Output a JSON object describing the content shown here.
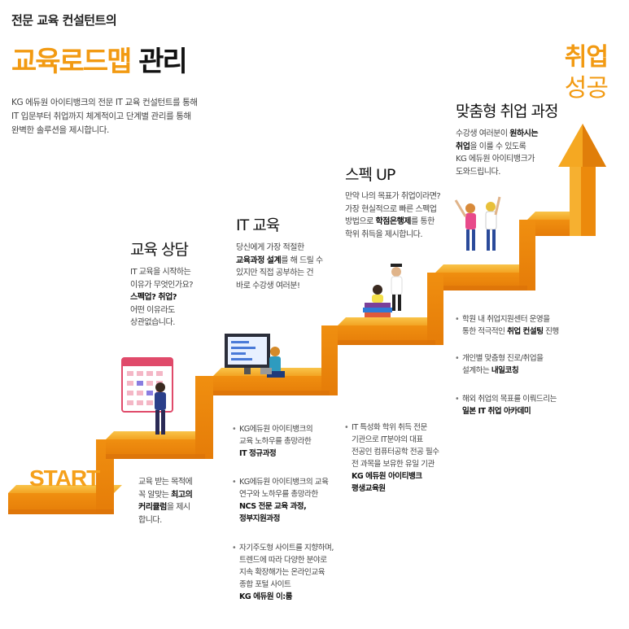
{
  "header": {
    "subtitle": "전문 교육 컨설턴트의",
    "title_highlight": "교육로드맵",
    "title_rest": "관리",
    "intro_lines": [
      "KG 에듀원 아이티뱅크의 전문 IT 교육 컨설턴트를 통해",
      "IT 입문부터 취업까지 체계적이고 단계별 관리를 통해",
      "완벽한 솔루션을 제시합니다."
    ]
  },
  "start": {
    "label": "START",
    "desc_lines": [
      "교육 받는 목적에",
      "꼭 알맞는 ",
      "최고의",
      "커리큘럼",
      "을 제시",
      "합니다."
    ]
  },
  "steps": [
    {
      "title": "교육 상담",
      "desc": [
        "IT 교육을 시작하는",
        "이유가 무엇인가요?",
        "스펙업? 취업?",
        "어떤 이유라도",
        "상관없습니다."
      ]
    },
    {
      "title": "IT 교육",
      "desc": [
        "당신에게 가장 적절한",
        "교육과정 설계",
        "를 해 드릴 수",
        "있지만 직접 공부하는 건",
        "바로 수강생 여러분!"
      ]
    },
    {
      "title": "스펙 UP",
      "desc": [
        "만약 나의 목표가 취업이라면?",
        "가장 현실적으로 빠른 스펙업",
        "방법으로 ",
        "학점은행제",
        "를 통한",
        "학위 취득을 제시합니다."
      ]
    },
    {
      "title": "맞춤형 취업 과정",
      "desc": [
        "수강생 여러분이 ",
        "원하시는",
        "취업",
        "을 이룰 수 있도록",
        "KG 에듀원 아이티뱅크가",
        "도와드립니다."
      ]
    }
  ],
  "goal": {
    "line1": "취업",
    "line2": "성공"
  },
  "bullets_it": [
    {
      "lines": [
        "KG에듀원 아이티뱅크의",
        "교육 노하우를 총망라한"
      ],
      "strong": "IT 정규과정"
    },
    {
      "lines": [
        "KG에듀원 아이티뱅크의 교육",
        "연구와 노하우를 총망라한"
      ],
      "strong": "NCS 전문 교육 과정,",
      "strong2": "정부지원과정"
    },
    {
      "lines": [
        "자기주도형 사이트를 지향하며,",
        "트렌드에 따라 다양한 분야로",
        "지속 확장해가는 온라인교육",
        "종합 포털 사이트"
      ],
      "strong": "KG 에듀원 이:룸"
    }
  ],
  "bullets_spec": [
    {
      "lines": [
        "IT 특성화 학위 취득 전문",
        "기관으로 IT분야의 대표",
        "전공인 컴퓨터공학 전공 필수",
        "전 과목을 보유한 유일 기관"
      ],
      "strong": "KG 에듀원 아이티뱅크",
      "strong2": "평생교육원"
    }
  ],
  "bullets_job": [
    {
      "pre": "학원 내 취업지원센터 운영을",
      "mid": "통한 적극적인 ",
      "strong": "취업 컨설팅",
      "post": " 진행"
    },
    {
      "pre": "개인별 맞춤형 진로/취업을",
      "mid": "설계하는 ",
      "strong": "내일코칭",
      "post": ""
    },
    {
      "pre": "해외 취업의 목표를 이뤄드리는",
      "mid": "",
      "strong": "일본 IT 취업 아카데미",
      "post": ""
    }
  ],
  "colors": {
    "accent": "#f29a12",
    "stair_top": "#f7b531",
    "stair_front": "#ec8a0c",
    "stair_side": "#d9760a"
  }
}
